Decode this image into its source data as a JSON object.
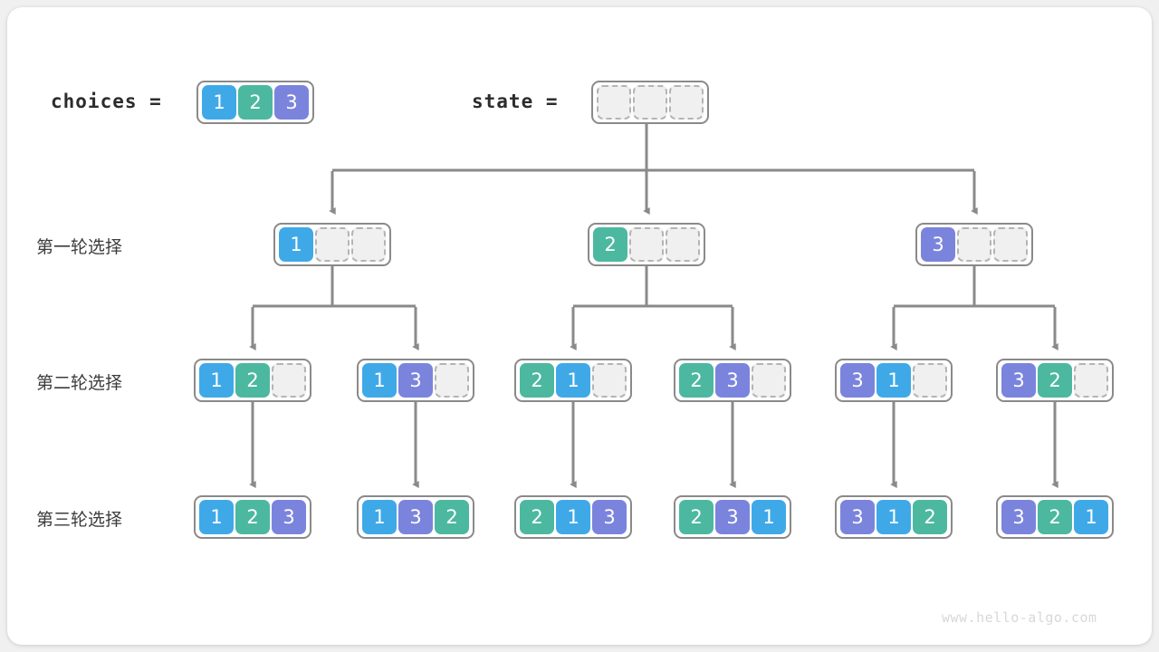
{
  "diagram": {
    "title": "permutation-backtracking-tree",
    "watermark": "www.hello-algo.com",
    "colors": {
      "value_1": "#3fa9e8",
      "value_2": "#4cb8a0",
      "value_3": "#7b84dc",
      "empty_cell": "#f0f0f0",
      "box_border": "#8a8a8a",
      "connector": "#8a8a8a",
      "card_background": "#ffffff",
      "page_background": "#f0f0f0"
    }
  },
  "header": {
    "choices_label": "choices =",
    "choices_values": [
      "1",
      "2",
      "3"
    ],
    "state_label": "state =",
    "state_values": [
      "",
      "",
      ""
    ]
  },
  "row_labels": {
    "round1": "第一轮选择",
    "round2": "第二轮选择",
    "round3": "第三轮选择"
  },
  "rounds": {
    "round1": [
      {
        "cells": [
          "1",
          "",
          ""
        ]
      },
      {
        "cells": [
          "2",
          "",
          ""
        ]
      },
      {
        "cells": [
          "3",
          "",
          ""
        ]
      }
    ],
    "round2": [
      {
        "cells": [
          "1",
          "2",
          ""
        ]
      },
      {
        "cells": [
          "1",
          "3",
          ""
        ]
      },
      {
        "cells": [
          "2",
          "1",
          ""
        ]
      },
      {
        "cells": [
          "2",
          "3",
          ""
        ]
      },
      {
        "cells": [
          "3",
          "1",
          ""
        ]
      },
      {
        "cells": [
          "3",
          "2",
          ""
        ]
      }
    ],
    "round3": [
      {
        "cells": [
          "1",
          "2",
          "3"
        ]
      },
      {
        "cells": [
          "1",
          "3",
          "2"
        ]
      },
      {
        "cells": [
          "2",
          "1",
          "3"
        ]
      },
      {
        "cells": [
          "2",
          "3",
          "1"
        ]
      },
      {
        "cells": [
          "3",
          "1",
          "2"
        ]
      },
      {
        "cells": [
          "3",
          "2",
          "1"
        ]
      }
    ]
  }
}
